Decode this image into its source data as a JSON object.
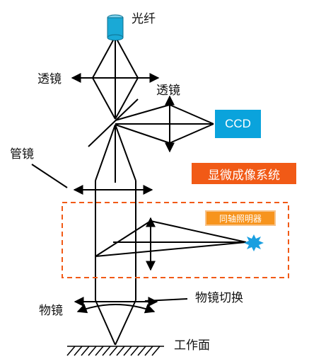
{
  "labels": {
    "fiber": "光纤",
    "lens_left": "透镜",
    "lens_right": "透镜",
    "ccd": "CCD",
    "tube_lens": "管镜",
    "system": "显微成像系统",
    "coaxial_illumination": "同轴照明器",
    "objective": "物镜",
    "objective_switch": "物镜切换",
    "work_surface": "工作面"
  },
  "colors": {
    "fiber": "#1aa9d6",
    "ccd_box": "#0aa3dc",
    "system_box": "#f15a16",
    "coaxial_box": "#f7941d",
    "dashed_border": "#f15a16",
    "light_source": "#1a9fe0",
    "lines": "#000000"
  },
  "icons": {
    "light_source": "star-burst-icon",
    "fiber": "cylinder-icon"
  }
}
